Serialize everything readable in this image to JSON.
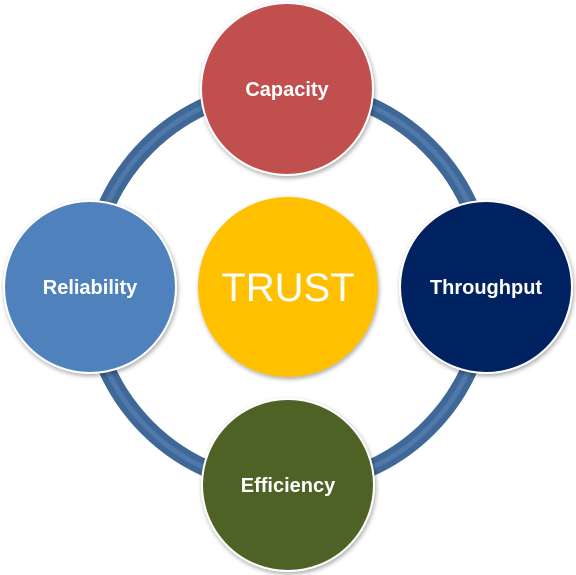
{
  "center": {
    "label": "TRUST",
    "color": "#FFC000"
  },
  "nodes": [
    {
      "id": "capacity",
      "label": "Capacity",
      "color": "#C0504D"
    },
    {
      "id": "throughput",
      "label": "Throughput",
      "color": "#002060"
    },
    {
      "id": "efficiency",
      "label": "Efficiency",
      "color": "#4F6228"
    },
    {
      "id": "reliability",
      "label": "Reliability",
      "color": "#4F81BD"
    }
  ],
  "ring": {
    "color": "#3F6797",
    "highlight": "#5B84B6"
  },
  "circle_border": "#FFFFFF"
}
